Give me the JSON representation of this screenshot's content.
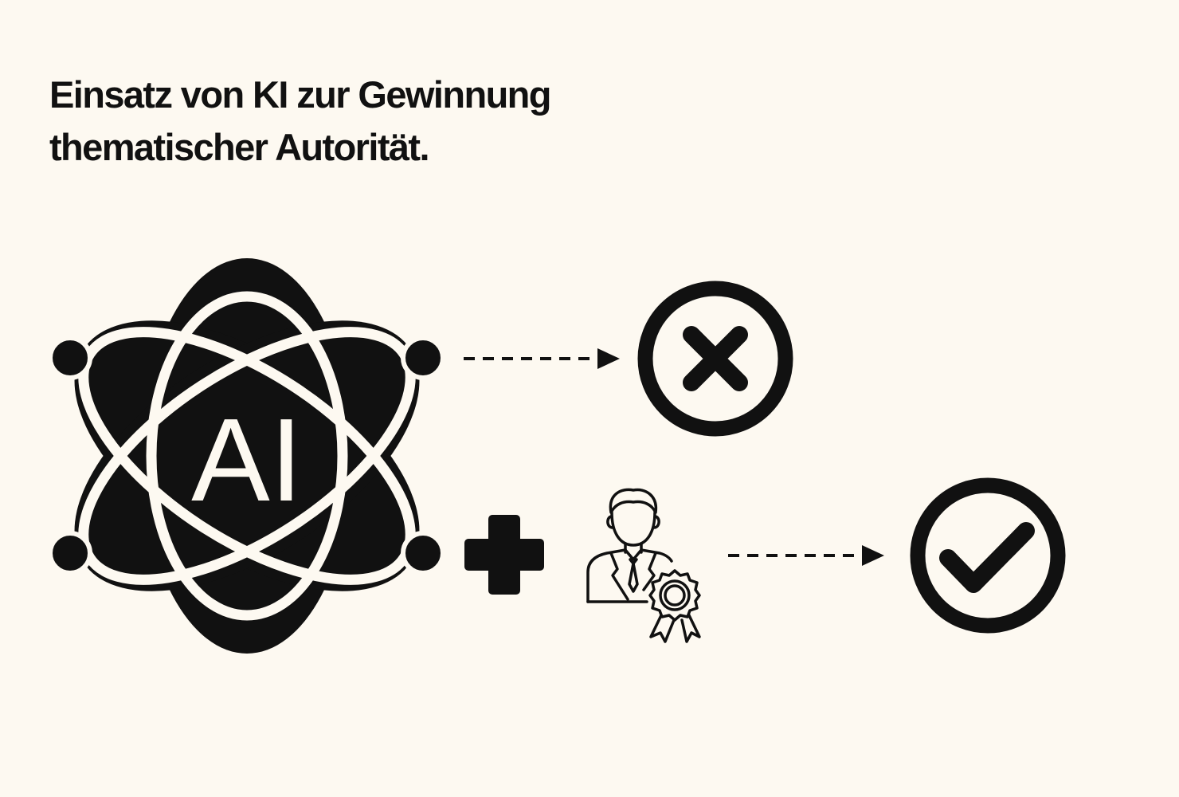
{
  "headline": {
    "line1": "Einsatz von KI zur Gewinnung",
    "line2": "thematischer Autorität."
  },
  "ai_icon": {
    "label": "AI"
  },
  "icons": {
    "ai": "atom-ai-icon",
    "plus": "plus-icon",
    "expert": "certified-expert-icon",
    "reject": "x-circle-icon",
    "accept": "check-circle-icon"
  },
  "colors": {
    "background": "#fdf9f1",
    "ink": "#111111"
  }
}
